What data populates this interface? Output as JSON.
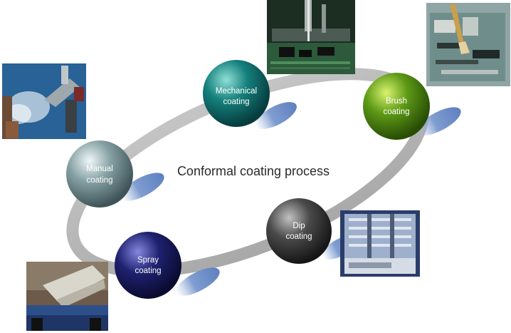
{
  "title": "Conformal coating process",
  "nodes": [
    {
      "key": "mechanical",
      "line1": "Mechanical",
      "line2": "coating",
      "color": "#0c6e6e",
      "highlight": "#7fd0c9"
    },
    {
      "key": "brush",
      "line1": "Brush",
      "line2": "coating",
      "color": "#4f8a12",
      "highlight": "#c8ef63"
    },
    {
      "key": "manual",
      "line1": "Manual",
      "line2": "coating",
      "color": "#6d8a8f",
      "highlight": "#e2eef0"
    },
    {
      "key": "dip",
      "line1": "Dip",
      "line2": "coating",
      "color": "#3b3b3b",
      "highlight": "#a9a9a9"
    },
    {
      "key": "spray",
      "line1": "Spray",
      "line2": "coating",
      "color": "#191a5c",
      "highlight": "#6f73c9"
    }
  ],
  "photos": [
    {
      "key": "mechanical-photo",
      "subject": "pcb-dispensing-machine"
    },
    {
      "key": "brush-photo",
      "subject": "brush-on-circuit-board"
    },
    {
      "key": "manual-photo",
      "subject": "spray-gun"
    },
    {
      "key": "dip-photo",
      "subject": "dip-tank-machine"
    },
    {
      "key": "spray-photo",
      "subject": "conveyor-spray-line"
    }
  ]
}
